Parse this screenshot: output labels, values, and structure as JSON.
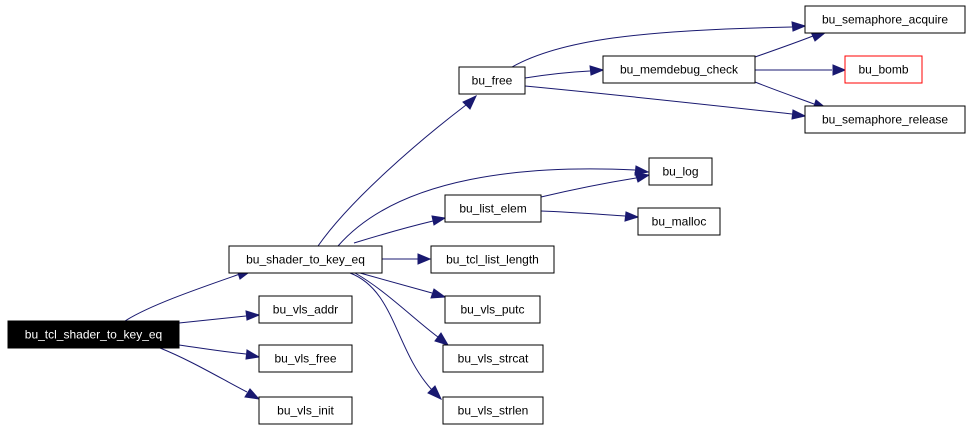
{
  "colors": {
    "edge": "#191970",
    "node_border": "#000000",
    "root_fill": "#000000",
    "root_text": "#ffffff",
    "highlight_border": "#ff0000",
    "background": "#ffffff"
  },
  "nodes": {
    "bu_tcl_shader_to_key_eq": "bu_tcl_shader_to_key_eq",
    "bu_shader_to_key_eq": "bu_shader_to_key_eq",
    "bu_vls_addr": "bu_vls_addr",
    "bu_vls_free": "bu_vls_free",
    "bu_vls_init": "bu_vls_init",
    "bu_free": "bu_free",
    "bu_list_elem": "bu_list_elem",
    "bu_tcl_list_length": "bu_tcl_list_length",
    "bu_vls_putc": "bu_vls_putc",
    "bu_vls_strcat": "bu_vls_strcat",
    "bu_vls_strlen": "bu_vls_strlen",
    "bu_log": "bu_log",
    "bu_malloc": "bu_malloc",
    "bu_memdebug_check": "bu_memdebug_check",
    "bu_semaphore_acquire": "bu_semaphore_acquire",
    "bu_semaphore_release": "bu_semaphore_release",
    "bu_bomb": "bu_bomb"
  }
}
